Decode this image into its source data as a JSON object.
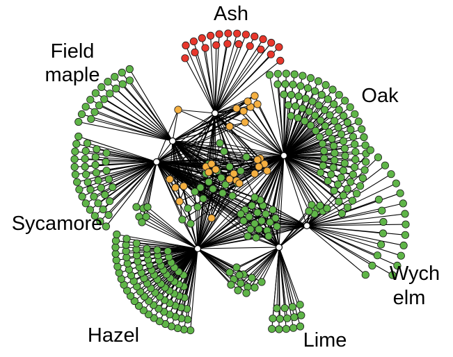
{
  "labels": {
    "ash": "Ash",
    "field_maple": [
      "Field",
      "maple"
    ],
    "oak": "Oak",
    "sycamore": "Sycamore",
    "hazel": "Hazel",
    "lime": "Lime",
    "wych_elm": [
      "Wych",
      "elm"
    ]
  },
  "colors": {
    "specialist_red": "#e8372c",
    "shared_orange": "#f5b041",
    "green": "#5fb548",
    "edge": "#000000",
    "hub_fill": "#ffffff"
  }
}
